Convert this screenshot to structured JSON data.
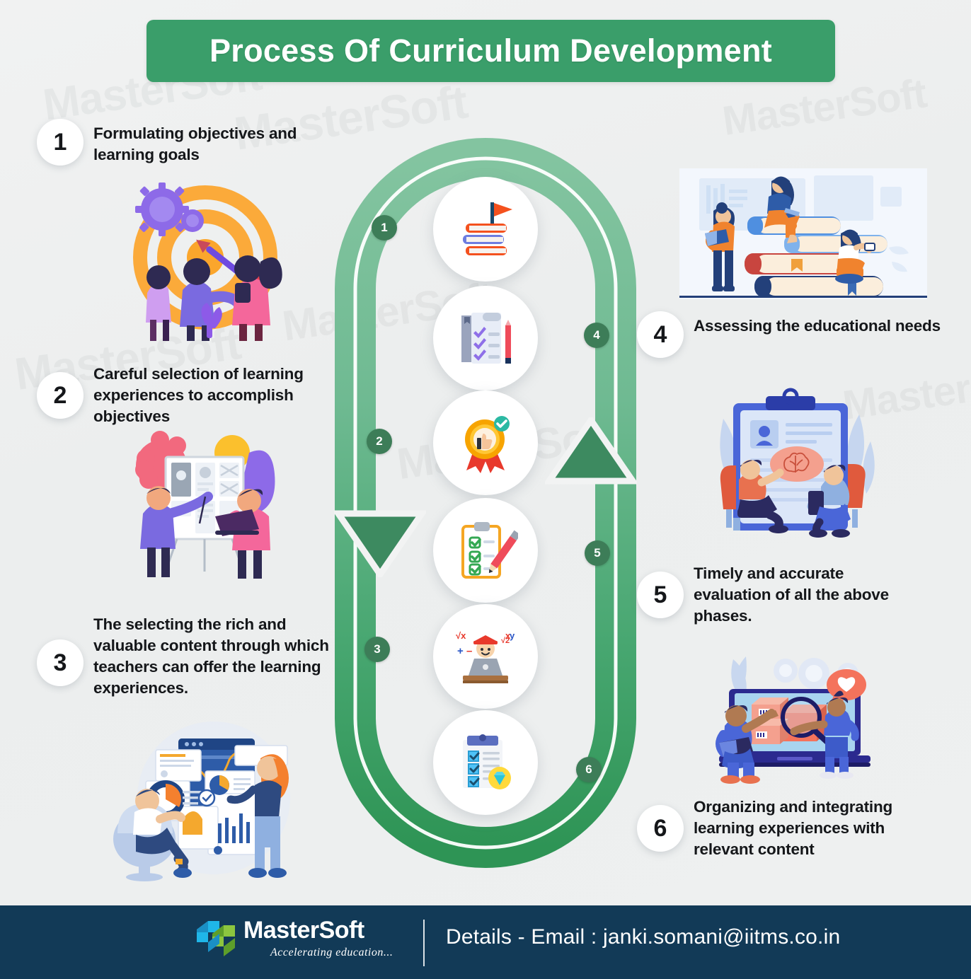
{
  "header": {
    "title": "Process Of Curriculum Development",
    "bar_color": "#3a9e6a"
  },
  "theme": {
    "page_bg": "#eef0f0",
    "track_green_light": "#7cbf9a",
    "track_green_dark": "#2e9455",
    "chip_green": "#3d7d58",
    "footer_bg": "#123a57",
    "text_dark": "#15171a"
  },
  "steps": [
    {
      "number": "1",
      "text": "Formulating objectives and learning goals",
      "side": "left"
    },
    {
      "number": "2",
      "text": "Careful selection of learning experiences to accomplish objectives",
      "side": "left"
    },
    {
      "number": "3",
      "text": "The selecting the rich and valuable content through which teachers can offer the learning experiences.",
      "side": "left"
    },
    {
      "number": "4",
      "text": "Assessing the educational needs",
      "side": "right"
    },
    {
      "number": "5",
      "text": "Timely and accurate evaluation of all the above phases.",
      "side": "right"
    },
    {
      "number": "6",
      "text": "Organizing and integrating learning experiences with relevant content",
      "side": "right"
    }
  ],
  "track": {
    "markers": [
      {
        "label": "1"
      },
      {
        "label": "2"
      },
      {
        "label": "3"
      },
      {
        "label": "4"
      },
      {
        "label": "5"
      },
      {
        "label": "6"
      }
    ],
    "icons": [
      {
        "name": "books-with-flag-icon"
      },
      {
        "name": "checklist-with-pencil-icon"
      },
      {
        "name": "quality-badge-thumbs-up-icon"
      },
      {
        "name": "clipboard-checklist-pencil-icon"
      },
      {
        "name": "graduate-at-laptop-math-icon"
      },
      {
        "name": "clipboard-checklist-gem-icon"
      }
    ],
    "arrows": [
      {
        "name": "down-arrow-marker",
        "direction": "down"
      },
      {
        "name": "up-arrow-marker",
        "direction": "up"
      }
    ]
  },
  "illustrations": [
    {
      "name": "target-goals-illustration"
    },
    {
      "name": "presentation-board-illustration"
    },
    {
      "name": "data-analytics-illustration"
    },
    {
      "name": "reading-books-stack-illustration"
    },
    {
      "name": "interview-assessment-illustration"
    },
    {
      "name": "laptop-content-review-illustration"
    }
  ],
  "watermarks": [
    {
      "text": "MasterSoft"
    },
    {
      "text": "MasterSoft"
    },
    {
      "text": "MasterSoft"
    },
    {
      "text": "MasterSoft"
    },
    {
      "text": "MasterSoft"
    },
    {
      "text": "MasterSoft"
    },
    {
      "text": "MasterSoft"
    }
  ],
  "footer": {
    "brand": "MasterSoft",
    "tagline": "Accelerating education...",
    "details": "Details - Email : janki.somani@iitms.co.in"
  }
}
